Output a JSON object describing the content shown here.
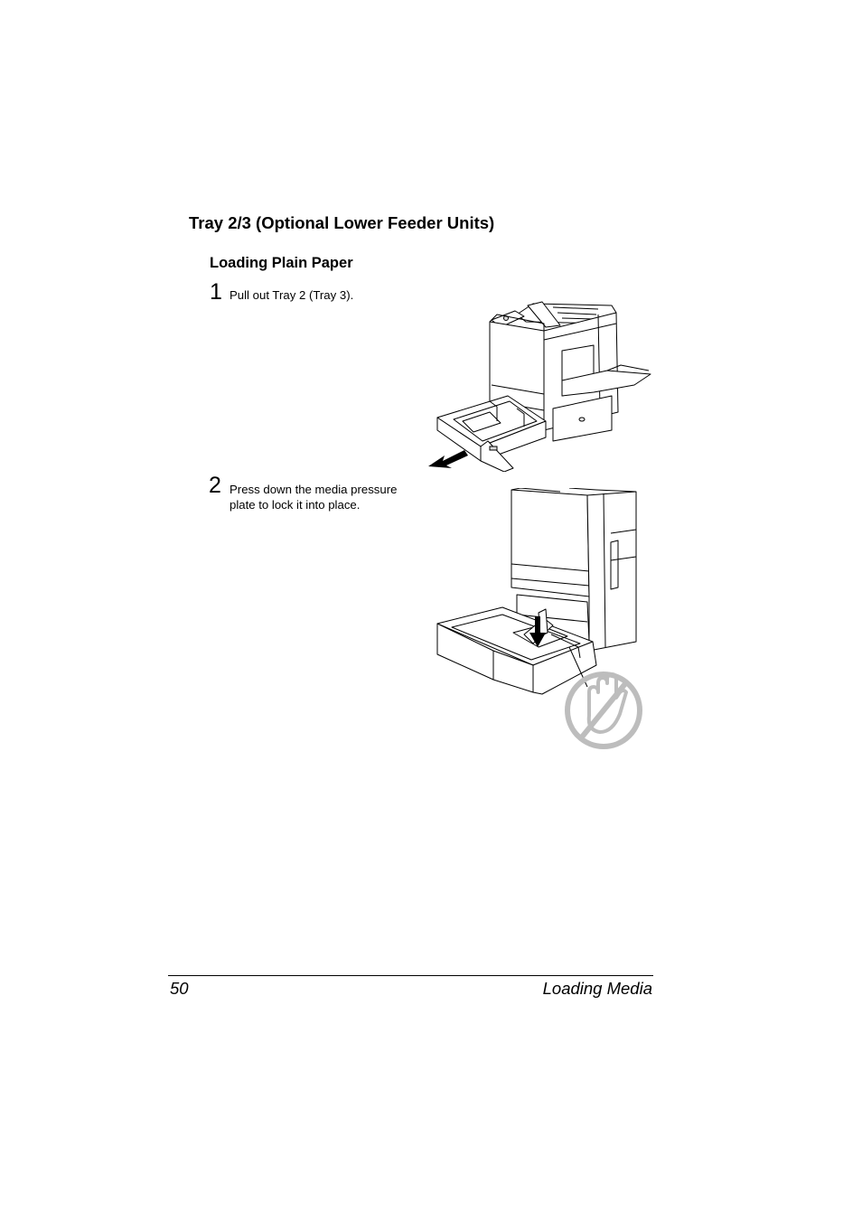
{
  "section": {
    "title": "Tray 2/3 (Optional Lower Feeder Units)"
  },
  "subsection": {
    "title": "Loading Plain Paper"
  },
  "steps": [
    {
      "number": "1",
      "text": "Pull out Tray 2 (Tray 3)."
    },
    {
      "number": "2",
      "text": "Press down the media pressure plate to lock it into place."
    }
  ],
  "footer": {
    "page_number": "50",
    "chapter": "Loading Media"
  },
  "icons": {
    "figure1": "printer-tray-pull-out-illustration",
    "figure2": "media-pressure-plate-illustration",
    "warning": "do-not-touch-hand-icon"
  }
}
